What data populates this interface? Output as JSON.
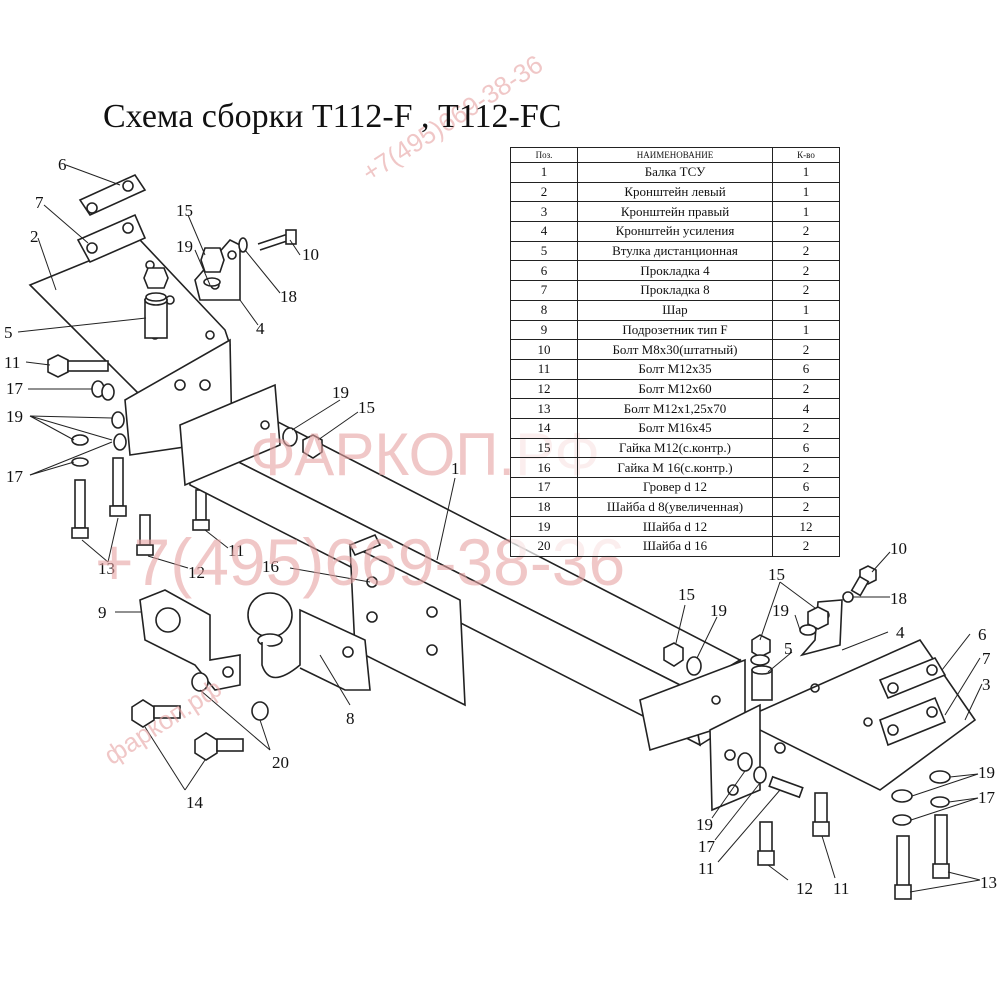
{
  "title": "Схема сборки  Т112-F , Т112-FC",
  "table": {
    "headers": {
      "pos": "Поз.",
      "name": "НАИМЕНОВАНИЕ",
      "qty": "К-во"
    },
    "rows": [
      {
        "pos": "1",
        "name": "Балка ТСУ",
        "qty": "1"
      },
      {
        "pos": "2",
        "name": "Кронштейн левый",
        "qty": "1"
      },
      {
        "pos": "3",
        "name": "Кронштейн правый",
        "qty": "1"
      },
      {
        "pos": "4",
        "name": "Кронштейн усиления",
        "qty": "2"
      },
      {
        "pos": "5",
        "name": "Втулка дистанционная",
        "qty": "2"
      },
      {
        "pos": "6",
        "name": "Прокладка 4",
        "qty": "2"
      },
      {
        "pos": "7",
        "name": "Прокладка 8",
        "qty": "2"
      },
      {
        "pos": "8",
        "name": "Шар",
        "qty": "1"
      },
      {
        "pos": "9",
        "name": "Подрозетник тип F",
        "qty": "1"
      },
      {
        "pos": "10",
        "name": "Болт М8х30(штатный)",
        "qty": "2"
      },
      {
        "pos": "11",
        "name": "Болт М12х35",
        "qty": "6"
      },
      {
        "pos": "12",
        "name": "Болт М12х60",
        "qty": "2"
      },
      {
        "pos": "13",
        "name": "Болт М12х1,25х70",
        "qty": "4"
      },
      {
        "pos": "14",
        "name": "Болт М16х45",
        "qty": "2"
      },
      {
        "pos": "15",
        "name": "Гайка М12(с.контр.)",
        "qty": "6"
      },
      {
        "pos": "16",
        "name": "Гайка  М 16(с.контр.)",
        "qty": "2"
      },
      {
        "pos": "17",
        "name": "Гровер d 12",
        "qty": "6"
      },
      {
        "pos": "18",
        "name": "Шайба d 8(увеличенная)",
        "qty": "2"
      },
      {
        "pos": "19",
        "name": "Шайба d 12",
        "qty": "12"
      },
      {
        "pos": "20",
        "name": "Шайба d 16",
        "qty": "2"
      }
    ]
  },
  "callouts": {
    "c6l": "6",
    "c7l": "7",
    "c2": "2",
    "c5l": "5",
    "c11a": "11",
    "c17a": "17",
    "c19a": "19",
    "c17b": "17",
    "c15a": "15",
    "c19b": "19",
    "c4l": "4",
    "c10l": "10",
    "c18l": "18",
    "c19c": "19",
    "c15b": "15",
    "c1": "1",
    "c13l": "13",
    "c12l": "12",
    "c11b": "11",
    "c16": "16",
    "c9": "9",
    "c8": "8",
    "c20": "20",
    "c14": "14",
    "c10r": "10",
    "c18r": "18",
    "c15c": "15",
    "c19d": "19",
    "c15d": "15",
    "c19e": "19",
    "c5r": "5",
    "c4r": "4",
    "c6r": "6",
    "c7r": "7",
    "c3": "3",
    "c19f": "19",
    "c17c": "17",
    "c13r": "13",
    "c19g": "19",
    "c17d": "17",
    "c11c": "11",
    "c12r": "12",
    "c11d": "11"
  },
  "watermark": {
    "brand": "ФАРКОП.РФ",
    "phone": "+7(495)669-38-36",
    "site": "фаркоп.рф",
    "site_phone": "+7(495)669-38-36"
  },
  "colors": {
    "line": "#222222",
    "watermark": "#e7a3a3"
  }
}
